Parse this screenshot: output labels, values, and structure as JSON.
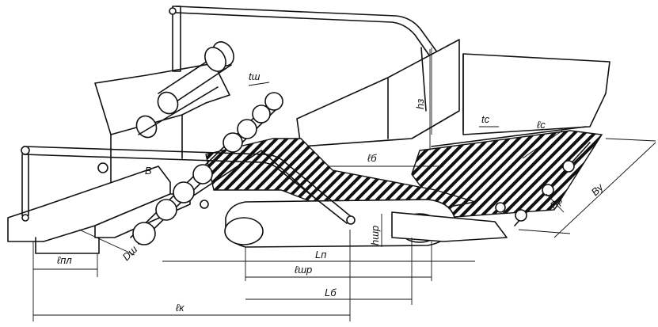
{
  "diagram": {
    "labels": {
      "l_pl": "ℓпл",
      "l_k": "ℓк",
      "L_p": "Lп",
      "l_shr": "ℓшр",
      "L_b": "Lб",
      "l_b": "ℓб",
      "h_z": "hз",
      "t_sh": "tш",
      "t_s": "tс",
      "l_s": "ℓс",
      "B": "В",
      "B_u": "Ву",
      "B_r": "Вр",
      "h_shr": "hшр",
      "D_sh": "Dш"
    }
  }
}
